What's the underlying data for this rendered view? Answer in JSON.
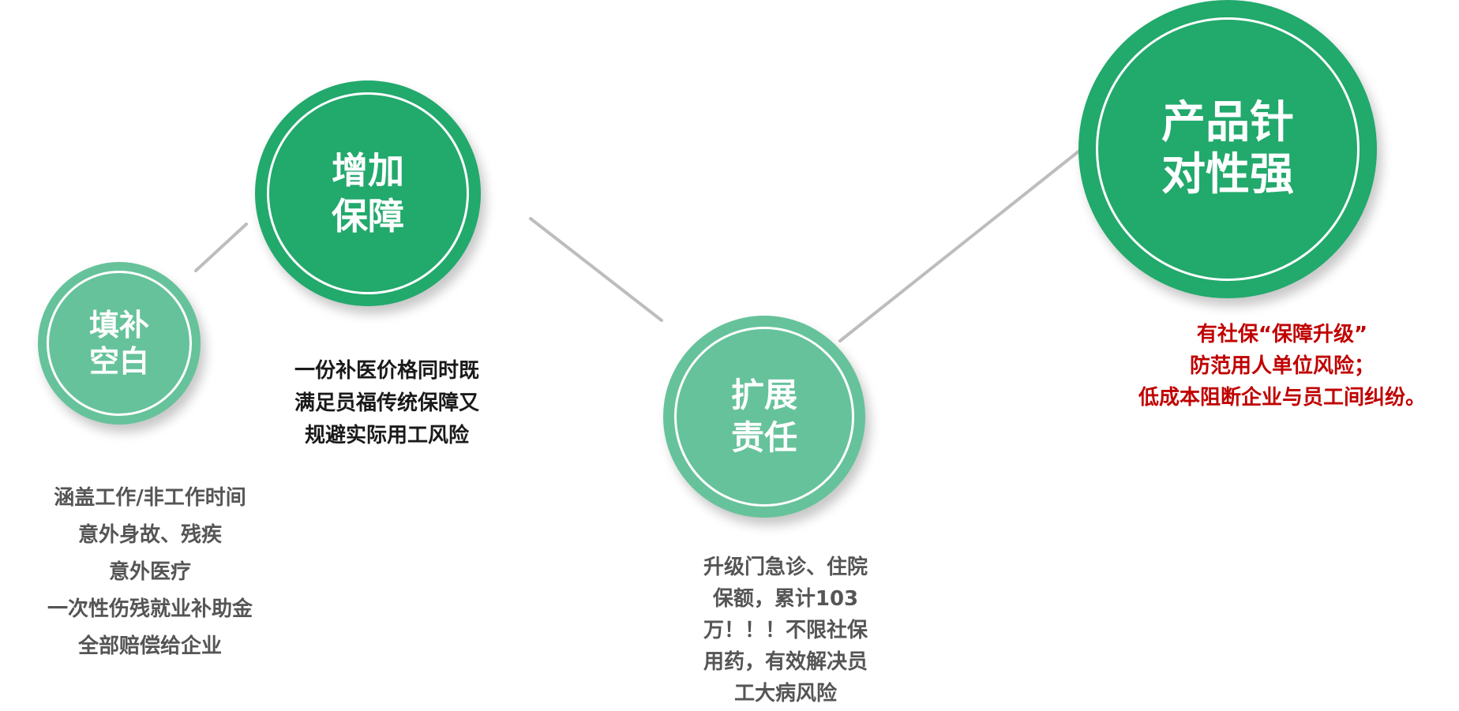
{
  "colors": {
    "node_light": "#66c29a",
    "node_dark": "#22a96c",
    "connector": "#bdbdbd",
    "text_gray": "#555555",
    "text_dark": "#1a1a1a",
    "text_red": "#c00000"
  },
  "nodes": [
    {
      "id": "fill-gap",
      "label": "填补\n空白",
      "description": [
        "涵盖工作/非工作时间",
        "意外身故、残疾",
        "意外医疗",
        "一次性伤残就业补助金",
        "全部赔偿给企业"
      ]
    },
    {
      "id": "add-coverage",
      "label": "增加\n保障",
      "description": [
        "一份补医价格同时既",
        "满足员福传统保障又",
        "规避实际用工风险"
      ]
    },
    {
      "id": "extend-liability",
      "label": "扩展\n责任",
      "description": [
        "升级门急诊、住院",
        "保额，累计103",
        "万！！！不限社保",
        "用药，有效解决员",
        "工大病风险"
      ]
    },
    {
      "id": "targeted-product",
      "label": "产品针\n对性强",
      "description": [
        "有社保“保障升级”",
        "防范用人单位风险；",
        "低成本阻断企业与员工间纠纷。"
      ]
    }
  ]
}
